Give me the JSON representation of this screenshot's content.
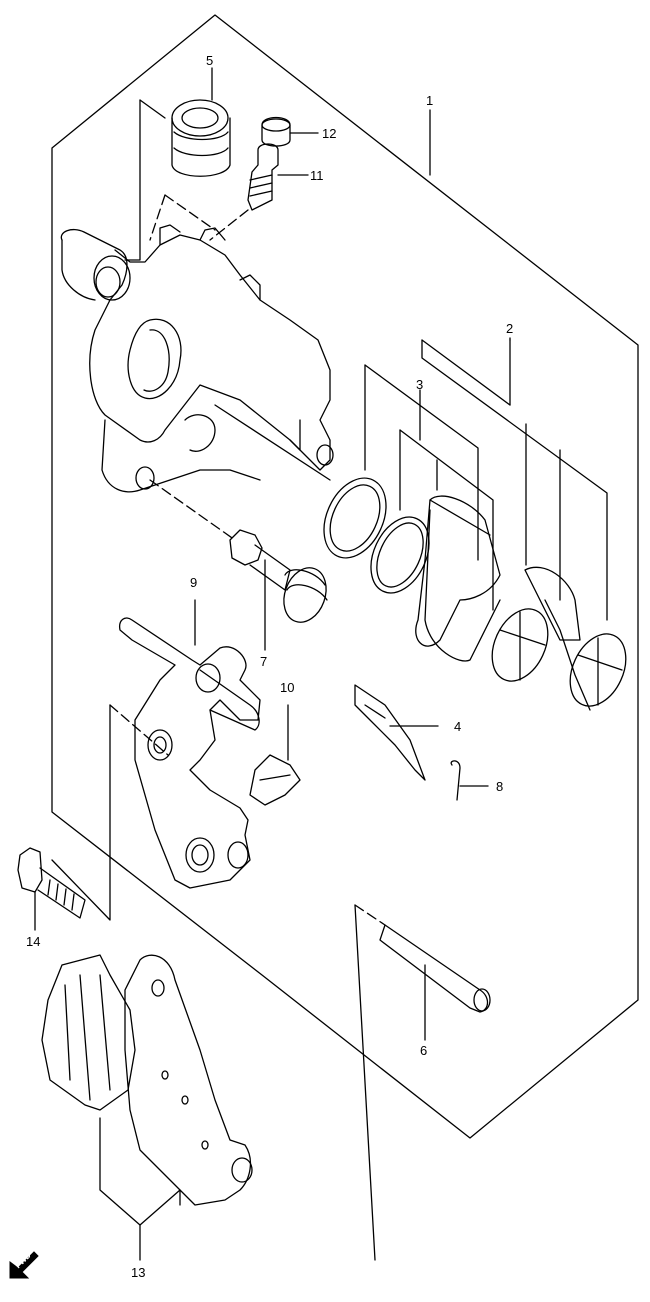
{
  "diagram": {
    "callouts": [
      {
        "id": "1",
        "label": "1"
      },
      {
        "id": "2",
        "label": "2"
      },
      {
        "id": "3",
        "label": "3"
      },
      {
        "id": "4",
        "label": "4"
      },
      {
        "id": "5",
        "label": "5"
      },
      {
        "id": "6",
        "label": "6"
      },
      {
        "id": "7",
        "label": "7"
      },
      {
        "id": "8",
        "label": "8"
      },
      {
        "id": "9",
        "label": "9"
      },
      {
        "id": "10",
        "label": "10"
      },
      {
        "id": "11",
        "label": "11"
      },
      {
        "id": "12",
        "label": "12"
      },
      {
        "id": "13",
        "label": "13"
      },
      {
        "id": "14",
        "label": "14"
      }
    ],
    "direction_badge": {
      "label": "FWD",
      "icon": "forward-arrow-icon"
    },
    "colors": {
      "line": "#000000",
      "background": "#ffffff"
    }
  }
}
